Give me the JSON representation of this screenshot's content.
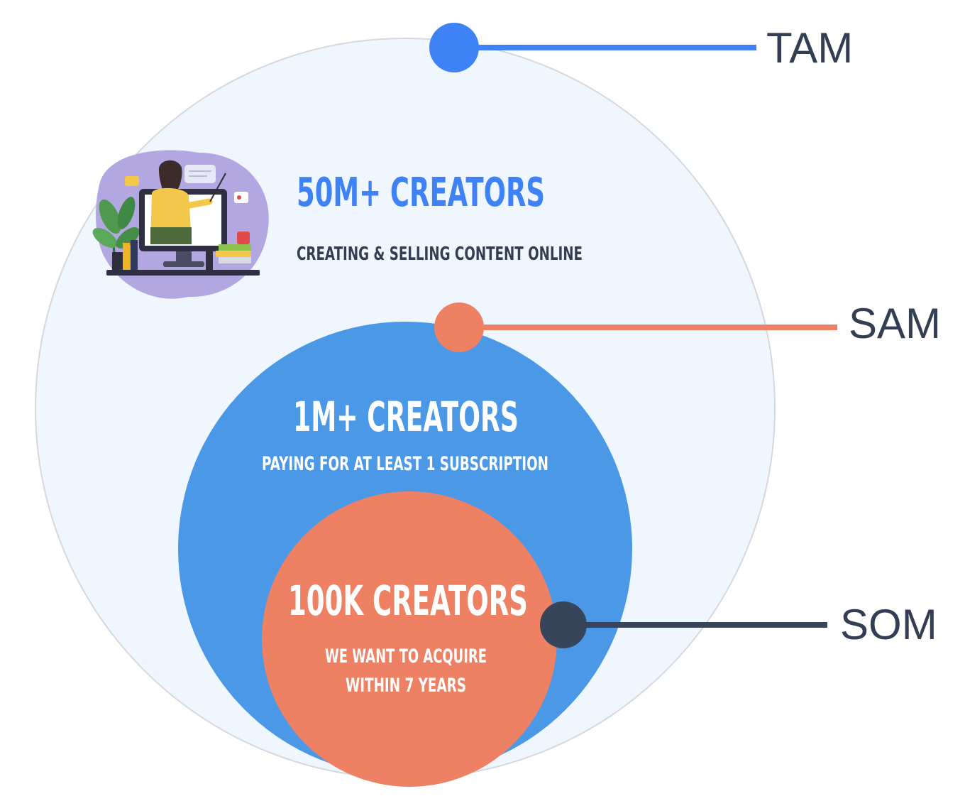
{
  "colors": {
    "tam_fill": "#eff6fd",
    "tam_stroke": "#d5d8dc",
    "sam_fill": "#4a98e6",
    "som_fill": "#ee8063",
    "tam_accent": "#3f82f5",
    "sam_accent": "#ee8063",
    "som_accent": "#37455b",
    "dark_text": "#333e52",
    "white_text": "#ffffff",
    "illustration_blob": "#b2a7e0"
  },
  "tam": {
    "label": "TAM",
    "headline": "50M+ CREATORS",
    "subtext": "CREATING & SELLING  CONTENT ONLINE"
  },
  "sam": {
    "label": "SAM",
    "headline": "1M+ CREATORS",
    "subtext": "PAYING FOR AT LEAST 1 SUBSCRIPTION"
  },
  "som": {
    "label": "SOM",
    "headline": "100K CREATORS",
    "subtext_line1": "WE WANT TO ACQUIRE",
    "subtext_line2": "WITHIN 7 YEARS"
  },
  "illustration": {
    "icon": "teacher-at-computer-icon"
  }
}
